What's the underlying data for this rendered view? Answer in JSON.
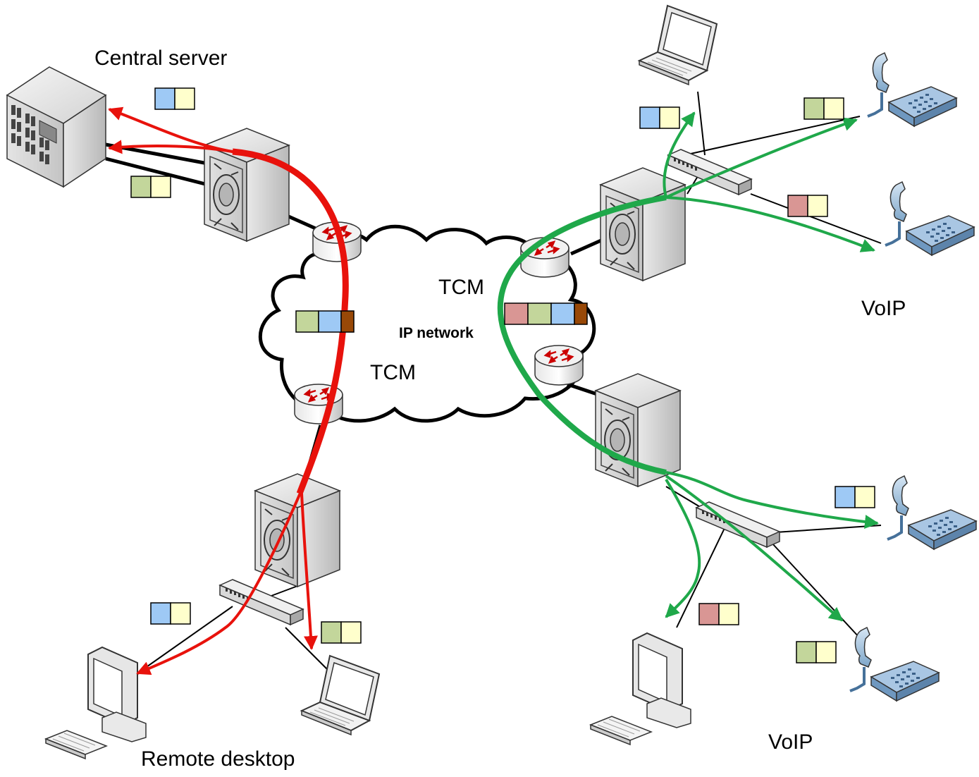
{
  "labels": {
    "central_server": "Central server",
    "remote_desktop": "Remote desktop",
    "voip_top": "VoIP",
    "voip_bottom": "VoIP",
    "tcm_top": "TCM",
    "tcm_bottom": "TCM",
    "ip_network": "IP network"
  },
  "colors": {
    "red_flow": "#e8120c",
    "green_flow": "#1fa84a",
    "packet_blue": "#9ec9f5",
    "packet_yellow": "#ffffcc",
    "packet_green": "#c3d69b",
    "packet_pink": "#d99694",
    "packet_brown": "#984807"
  }
}
